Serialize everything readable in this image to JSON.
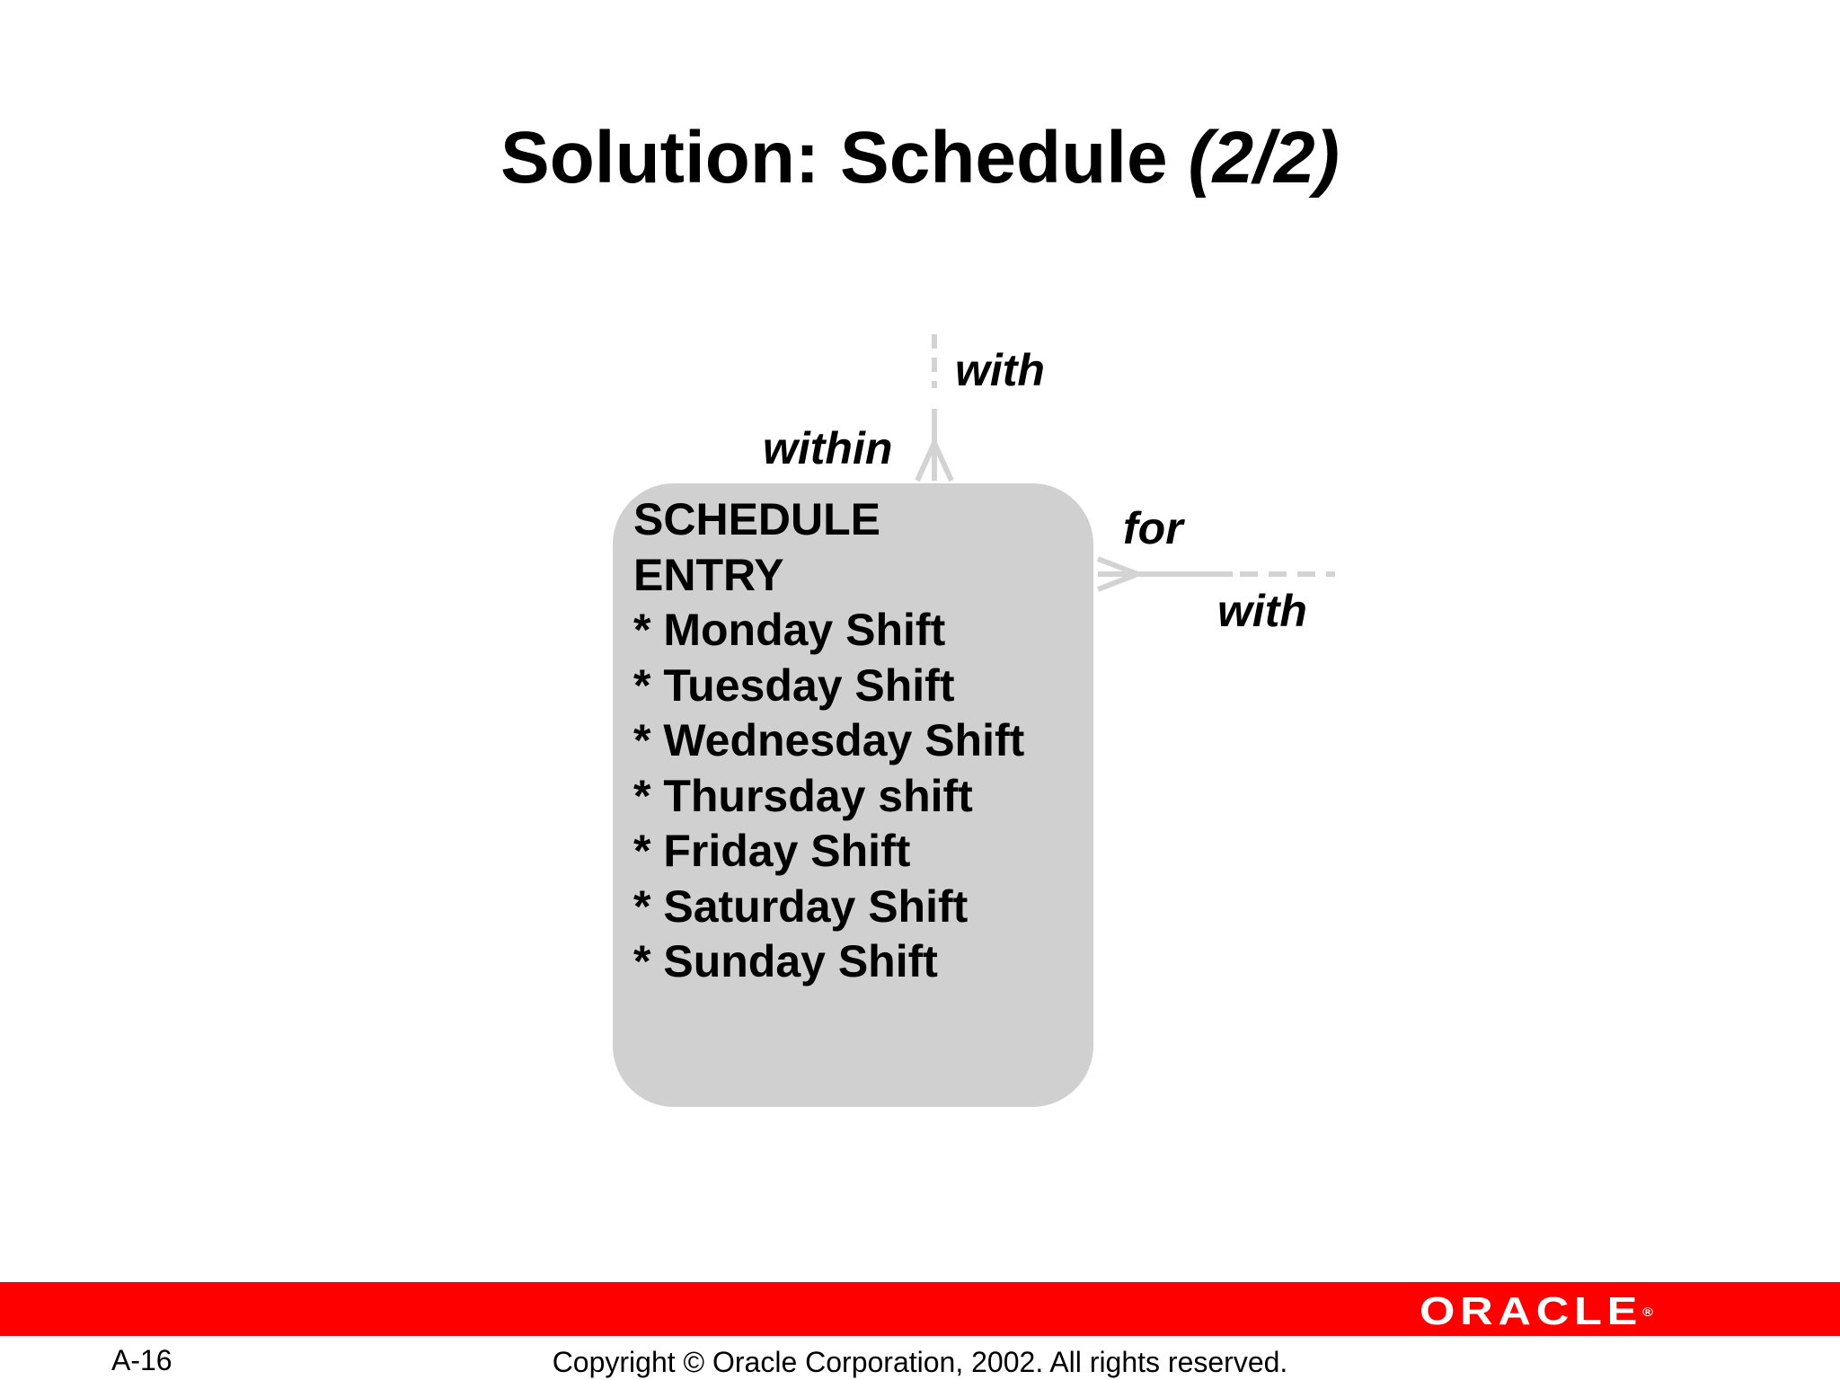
{
  "slide": {
    "title_main": "Solution: Schedule ",
    "title_part": "(2/2)"
  },
  "entity": {
    "name_lines": [
      "SCHEDULE",
      "ENTRY"
    ],
    "attributes": [
      "* Monday Shift",
      "* Tuesday Shift",
      "* Wednesday Shift",
      "* Thursday shift",
      "* Friday Shift",
      "* Saturday Shift",
      "* Sunday Shift"
    ]
  },
  "relationships": {
    "top": {
      "near_label": "within",
      "far_label": "with"
    },
    "right": {
      "near_label": "for",
      "far_label": "with"
    }
  },
  "footer": {
    "page_number": "A-16",
    "copyright": "Copyright © Oracle Corporation, 2002. All rights reserved.",
    "logo_text": "ORACLE"
  },
  "colors": {
    "footer_bar": "#ff0000",
    "entity_fill": "#d0d0d0",
    "relationship_line": "#d3d3d3"
  }
}
